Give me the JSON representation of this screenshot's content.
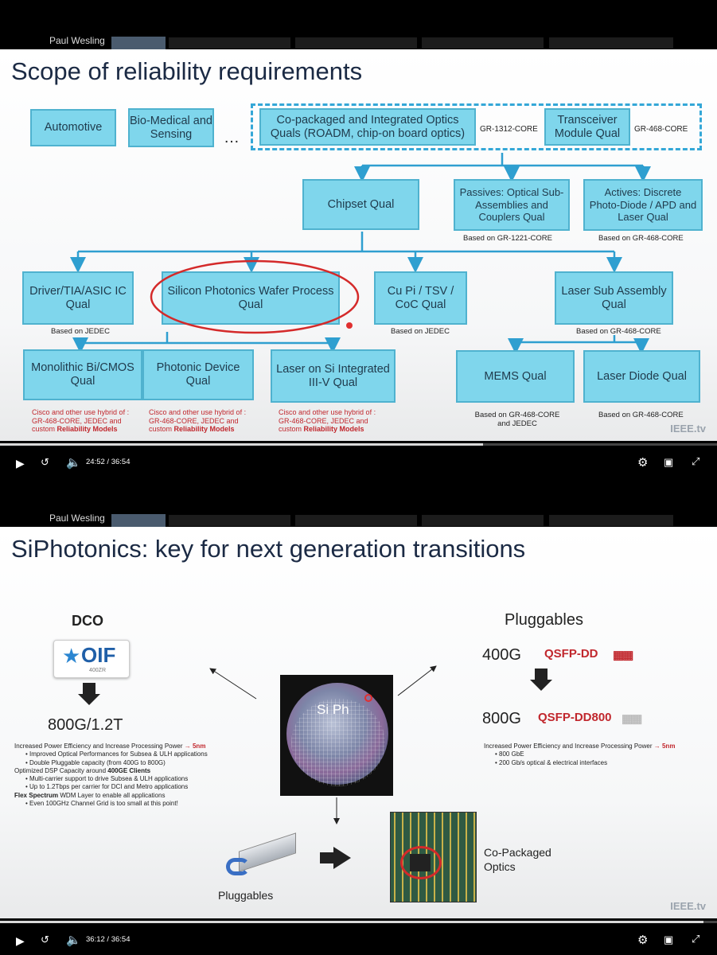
{
  "player1": {
    "speaker": "Paul Wesling",
    "slide_title": "Scope of reliability requirements",
    "boxes": {
      "automotive": "Automotive",
      "biomedical": "Bio-Medical and Sensing",
      "ellipsis": "…",
      "copackaged": "Co-packaged and Integrated Optics Quals (ROADM, chip-on board optics)",
      "gr1312": "GR-1312-CORE",
      "transceiver": "Transceiver Module Qual",
      "gr468_top": "GR-468-CORE",
      "chipset": "Chipset Qual",
      "passives": "Passives: Optical Sub-Assemblies and Couplers Qual",
      "passives_note": "Based on GR-1221-CORE",
      "actives": "Actives: Discrete Photo-Diode / APD and Laser Qual",
      "actives_note": "Based on GR-468-CORE",
      "driver": "Driver/TIA/ASIC IC Qual",
      "driver_note": "Based on JEDEC",
      "siphotonics": "Silicon Photonics Wafer Process Qual",
      "cupi": "Cu Pi / TSV / CoC Qual",
      "cupi_note": "Based on JEDEC",
      "lasersub": "Laser Sub Assembly Qual",
      "lasersub_note": "Based on    GR-468-CORE",
      "monolithic": "Monolithic Bi/CMOS Qual",
      "photonic": "Photonic Device Qual",
      "laseronsi": "Laser on Si Integrated III-V Qual",
      "mems": "MEMS Qual",
      "mems_note": "Based on GR-468-CORE and JEDEC",
      "laserdiode": "Laser Diode Qual",
      "laserdiode_note": "Based on GR-468-CORE",
      "hybrid_note_a": "Cisco and other use hybrid of : GR-468-CORE, JEDEC and custom",
      "hybrid_note_b": "Reliability Models"
    },
    "time_current": "24:52",
    "time_total": "36:54",
    "progress": 0.674,
    "watermark": "IEEE.tv"
  },
  "player2": {
    "speaker": "Paul Wesling",
    "slide_title": "SiPhotonics: key for next generation transitions",
    "dco_label": "DCO",
    "oif_logo": "OIF",
    "oif_sub": "400ZR",
    "dco_speed": "800G/1.2T",
    "pluggables_heading": "Pluggables",
    "speed_400": "400G",
    "qsfp_dd": "QSFP-DD",
    "speed_800": "800G",
    "qsfp_dd800": "QSFP-DD800",
    "siph_label": "Si Ph",
    "left_bullets": {
      "l1a": "Increased Power Efficiency and Increase Processing Power",
      "l1b": "5nm",
      "l2": "Improved Optical Performances for Subsea & ULH applications",
      "l3": "Double Pluggable capacity (from 400G to 800G)",
      "l4a": "Optimized DSP Capacity around",
      "l4b": "400GE Clients",
      "l5": "Multi-carrier support to drive Subsea & ULH applications",
      "l6": "Up to 1.2Tbps per carrier for DCI and Metro applications",
      "l7a": "Flex Spectrum",
      "l7b": "WDM Layer to enable all applications",
      "l8": "Even 100GHz Channel Grid is too small at this point!"
    },
    "right_bullets": {
      "r1a": "Increased Power Efficiency and Increase Processing Power",
      "r1b": "5nm",
      "r2": "800 GbE",
      "r3": "200 Gb/s optical & electrical interfaces"
    },
    "pluggables_caption": "Pluggables",
    "copackaged_caption": "Co-Packaged Optics",
    "time_current": "36:12",
    "time_total": "36:54",
    "progress": 0.981,
    "watermark": "IEEE.tv"
  },
  "colors": {
    "box_fill": "#7fd6ec",
    "box_border": "#4fb2cf",
    "highlight_ring": "#d42a2a",
    "title": "#1b2a44"
  }
}
